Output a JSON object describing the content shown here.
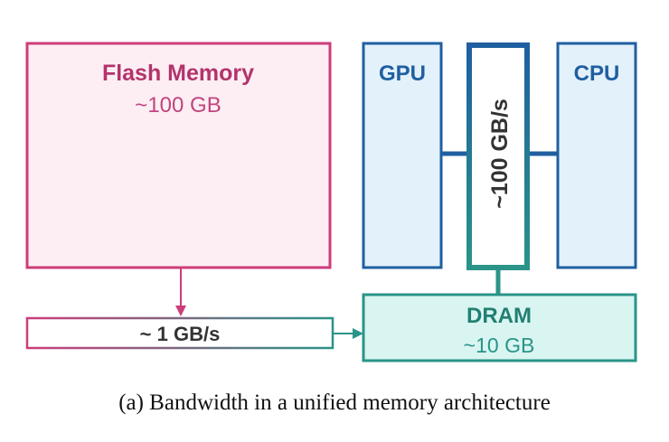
{
  "flash": {
    "title": "Flash Memory",
    "capacity": "~100 GB",
    "color": "#cc3d7a",
    "fill": "#fdeef4"
  },
  "gpu": {
    "label": "GPU",
    "color": "#1f5fa0",
    "fill": "#e3f1fb"
  },
  "cpu": {
    "label": "CPU",
    "color": "#1f5fa0",
    "fill": "#e3f1fb"
  },
  "bus": {
    "bandwidth": "~100 GB/s"
  },
  "dram": {
    "title": "DRAM",
    "capacity": "~10 GB",
    "color": "#2a9488",
    "fill": "#d9f5f1"
  },
  "flash_link": {
    "bandwidth": "~ 1 GB/s"
  },
  "caption": "(a) Bandwidth in a unified memory architecture"
}
